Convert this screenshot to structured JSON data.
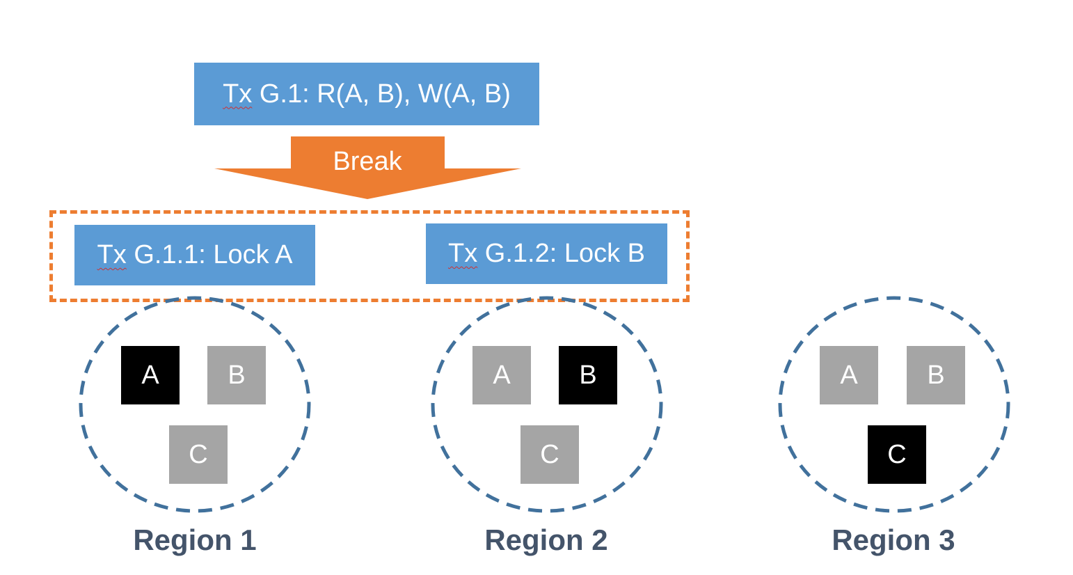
{
  "colors": {
    "transaction_box": "#5b9bd5",
    "break_arrow": "#ed7d31",
    "group_border": "#ed7d31",
    "region_circle": "#41719c",
    "locked_item": "#000000",
    "unlocked_item": "#a5a5a5",
    "region_label": "#44546a"
  },
  "top_transaction": {
    "prefix": "Tx",
    "label": " G.1: R(A, B), W(A, B)"
  },
  "break_arrow": {
    "label": "Break"
  },
  "sub_transactions": [
    {
      "prefix": "Tx",
      "label": " G.1.1: Lock A"
    },
    {
      "prefix": "Tx",
      "label": " G.1.2: Lock B"
    }
  ],
  "regions": [
    {
      "label": "Region 1",
      "items": [
        {
          "name": "A",
          "locked": true
        },
        {
          "name": "B",
          "locked": false
        },
        {
          "name": "C",
          "locked": false
        }
      ]
    },
    {
      "label": "Region 2",
      "items": [
        {
          "name": "A",
          "locked": false
        },
        {
          "name": "B",
          "locked": true
        },
        {
          "name": "C",
          "locked": false
        }
      ]
    },
    {
      "label": "Region 3",
      "items": [
        {
          "name": "A",
          "locked": false
        },
        {
          "name": "B",
          "locked": false
        },
        {
          "name": "C",
          "locked": true
        }
      ]
    }
  ]
}
